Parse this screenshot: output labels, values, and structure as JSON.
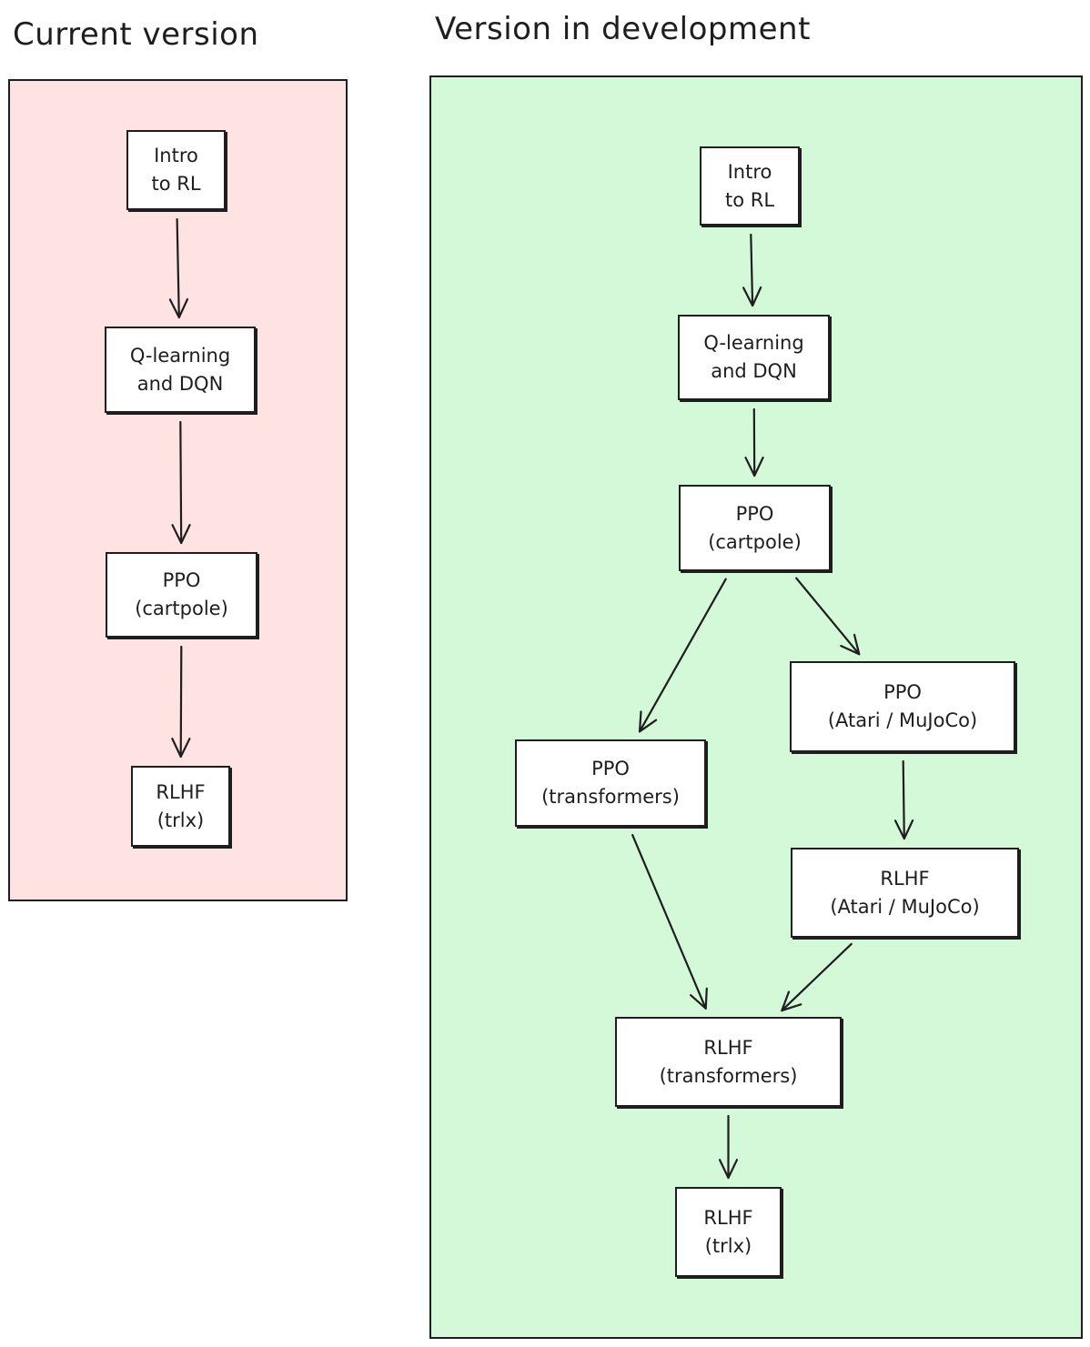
{
  "headings": {
    "current": "Current version",
    "development": "Version in development"
  },
  "colors": {
    "current_panel": "#ffe3e3",
    "development_panel": "#d3f9d8",
    "stroke": "#1e1e1e",
    "node_fill": "#ffffff"
  },
  "current": {
    "nodes": [
      {
        "id": "c1",
        "lines": [
          "Intro",
          "to RL"
        ]
      },
      {
        "id": "c2",
        "lines": [
          "Q-learning",
          "and DQN"
        ]
      },
      {
        "id": "c3",
        "lines": [
          "PPO",
          "(cartpole)"
        ]
      },
      {
        "id": "c4",
        "lines": [
          "RLHF",
          "(trlx)"
        ]
      }
    ],
    "edges": [
      [
        "c1",
        "c2"
      ],
      [
        "c2",
        "c3"
      ],
      [
        "c3",
        "c4"
      ]
    ]
  },
  "development": {
    "nodes": [
      {
        "id": "d1",
        "lines": [
          "Intro",
          "to RL"
        ]
      },
      {
        "id": "d2",
        "lines": [
          "Q-learning",
          "and DQN"
        ]
      },
      {
        "id": "d3",
        "lines": [
          "PPO",
          "(cartpole)"
        ]
      },
      {
        "id": "d4",
        "lines": [
          "PPO",
          "(Atari / MuJoCo)"
        ]
      },
      {
        "id": "d5",
        "lines": [
          "PPO",
          "(transformers)"
        ]
      },
      {
        "id": "d6",
        "lines": [
          "RLHF",
          "(Atari / MuJoCo)"
        ]
      },
      {
        "id": "d7",
        "lines": [
          "RLHF",
          "(transformers)"
        ]
      },
      {
        "id": "d8",
        "lines": [
          "RLHF",
          "(trlx)"
        ]
      }
    ],
    "edges": [
      [
        "d1",
        "d2"
      ],
      [
        "d2",
        "d3"
      ],
      [
        "d3",
        "d5"
      ],
      [
        "d3",
        "d4"
      ],
      [
        "d4",
        "d6"
      ],
      [
        "d5",
        "d7"
      ],
      [
        "d6",
        "d7"
      ],
      [
        "d7",
        "d8"
      ]
    ]
  }
}
